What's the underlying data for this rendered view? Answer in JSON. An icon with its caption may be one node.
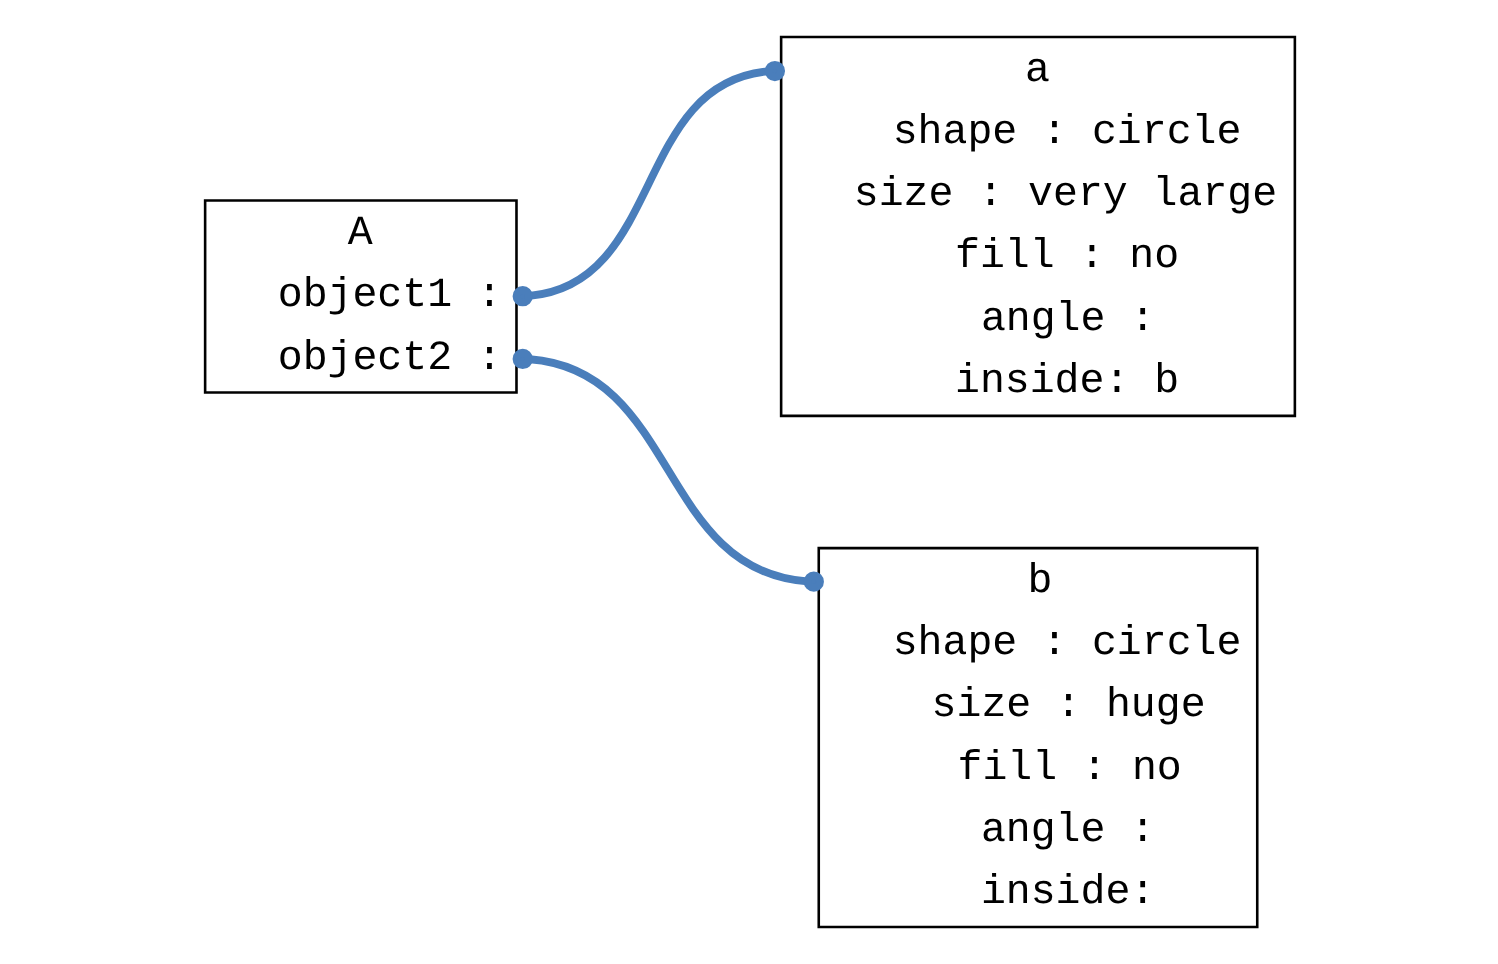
{
  "diagram": {
    "nodes": [
      {
        "text": [
          "A",
          "object1 :",
          "object2 :"
        ]
      },
      {
        "text": [
          "a",
          "shape : circle",
          "size : very large",
          "fill : no",
          "angle :",
          "inside: b"
        ]
      },
      {
        "text": [
          "b",
          "shape : circle",
          "size : huge",
          "fill : no",
          "angle :",
          "inside:"
        ]
      }
    ],
    "edges": [
      {
        "from": 0,
        "to": 1,
        "arrow": "other",
        "color": "#4a7ebb"
      },
      {
        "from": 0,
        "to": 2,
        "arrow": "other",
        "color": "#4a7ebb"
      }
    ]
  }
}
